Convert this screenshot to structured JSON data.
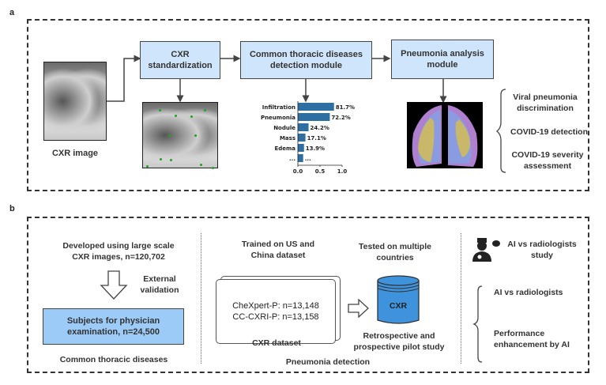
{
  "panel_a": {
    "label": "a",
    "input_caption": "CXR image",
    "boxes": {
      "standardization": [
        "CXR",
        "standardization"
      ],
      "detection": [
        "Common thoracic diseases",
        "detection module"
      ],
      "pneumonia": [
        "Pneumonia analysis",
        "module"
      ]
    },
    "outputs": [
      [
        "Viral pneumonia",
        "discrimination"
      ],
      [
        "COVID-19 detection"
      ],
      [
        "COVID-19 severity",
        "assessment"
      ]
    ]
  },
  "chart_data": {
    "type": "bar",
    "orientation": "horizontal",
    "categories": [
      "Infiltration",
      "Pneumonia",
      "Nodule",
      "Mass",
      "Edema",
      "..."
    ],
    "values": [
      0.817,
      0.722,
      0.242,
      0.171,
      0.139,
      0.12
    ],
    "value_labels": [
      "81.7%",
      "72.2%",
      "24.2%",
      "17.1%",
      "13.9%",
      "..."
    ],
    "xticks": [
      "0.0",
      "0.5",
      "1.0"
    ],
    "xlim": [
      0,
      1
    ],
    "color": "#2e6fa3",
    "title": "",
    "xlabel": "",
    "ylabel": ""
  },
  "panel_b": {
    "label": "b",
    "col1": {
      "top": [
        "Developed using large scale",
        "CXR images, n=120,702"
      ],
      "arrow_label": [
        "External",
        "validation"
      ],
      "box": [
        "Subjects for physician",
        "examination, n=24,500"
      ],
      "caption": "Common thoracic diseases"
    },
    "col2": {
      "trained": [
        "Trained on US and",
        "China dataset"
      ],
      "tested": [
        "Tested on multiple",
        "countries"
      ],
      "datasets": [
        "CheXpert-P: n=13,148",
        "CC-CXRI-P: n=13,158"
      ],
      "dataset_caption": "CXR dataset",
      "cylinder_label": "CXR",
      "study": [
        "Retrospective and",
        "prospective pilot study"
      ],
      "caption": "Pneumonia detection"
    },
    "col3": {
      "study_title": [
        "AI vs radiologists",
        "study"
      ],
      "items": [
        [
          "AI vs radiologists"
        ],
        [
          "Performance",
          "enhancement by AI"
        ]
      ]
    }
  }
}
